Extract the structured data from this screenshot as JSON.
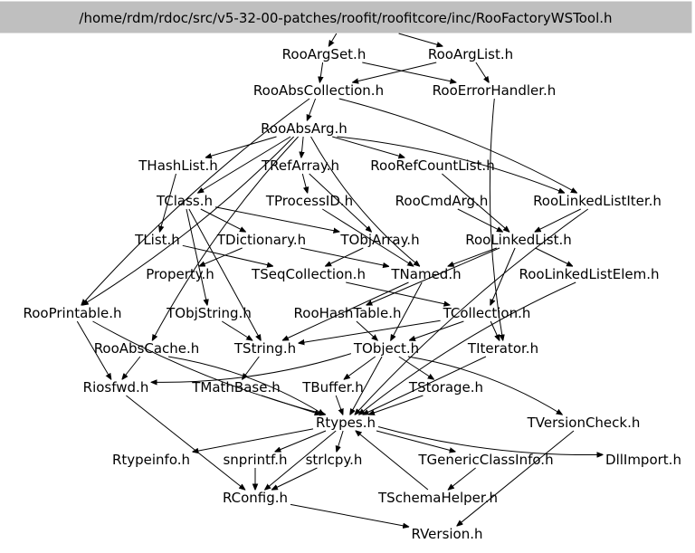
{
  "colors": {
    "background": "#ffffff",
    "edge": "#000000",
    "text": "#000000",
    "root_fill": "#bfbfbf"
  },
  "graph": {
    "root": "/home/rdm/rdoc/src/v5-32-00-patches/roofit/roofitcore/inc/RooFactoryWSTool.h",
    "nodes": [
      {
        "id": "root",
        "label": "/home/rdm/rdoc/src/v5-32-00-patches/roofit/roofitcore/inc/RooFactoryWSTool.h"
      },
      {
        "id": "RooArgSet",
        "label": "RooArgSet.h"
      },
      {
        "id": "RooArgList",
        "label": "RooArgList.h"
      },
      {
        "id": "RooAbsCollection",
        "label": "RooAbsCollection.h"
      },
      {
        "id": "RooErrorHandler",
        "label": "RooErrorHandler.h"
      },
      {
        "id": "RooAbsArg",
        "label": "RooAbsArg.h"
      },
      {
        "id": "THashList",
        "label": "THashList.h"
      },
      {
        "id": "TRefArray",
        "label": "TRefArray.h"
      },
      {
        "id": "RooRefCountList",
        "label": "RooRefCountList.h"
      },
      {
        "id": "TClass",
        "label": "TClass.h"
      },
      {
        "id": "TProcessID",
        "label": "TProcessID.h"
      },
      {
        "id": "RooCmdArg",
        "label": "RooCmdArg.h"
      },
      {
        "id": "RooLinkedListIter",
        "label": "RooLinkedListIter.h"
      },
      {
        "id": "TList",
        "label": "TList.h"
      },
      {
        "id": "TDictionary",
        "label": "TDictionary.h"
      },
      {
        "id": "TObjArray",
        "label": "TObjArray.h"
      },
      {
        "id": "RooLinkedList",
        "label": "RooLinkedList.h"
      },
      {
        "id": "Property",
        "label": "Property.h"
      },
      {
        "id": "TSeqCollection",
        "label": "TSeqCollection.h"
      },
      {
        "id": "TNamed",
        "label": "TNamed.h"
      },
      {
        "id": "RooLinkedListElem",
        "label": "RooLinkedListElem.h"
      },
      {
        "id": "RooPrintable",
        "label": "RooPrintable.h"
      },
      {
        "id": "TObjString",
        "label": "TObjString.h"
      },
      {
        "id": "RooHashTable",
        "label": "RooHashTable.h"
      },
      {
        "id": "TCollection",
        "label": "TCollection.h"
      },
      {
        "id": "RooAbsCache",
        "label": "RooAbsCache.h"
      },
      {
        "id": "TString",
        "label": "TString.h"
      },
      {
        "id": "TObject",
        "label": "TObject.h"
      },
      {
        "id": "TIterator",
        "label": "TIterator.h"
      },
      {
        "id": "Riosfwd",
        "label": "Riosfwd.h"
      },
      {
        "id": "TMathBase",
        "label": "TMathBase.h"
      },
      {
        "id": "TBuffer",
        "label": "TBuffer.h"
      },
      {
        "id": "TStorage",
        "label": "TStorage.h"
      },
      {
        "id": "Rtypes",
        "label": "Rtypes.h"
      },
      {
        "id": "TVersionCheck",
        "label": "TVersionCheck.h"
      },
      {
        "id": "Rtypeinfo",
        "label": "Rtypeinfo.h"
      },
      {
        "id": "snprintf",
        "label": "snprintf.h"
      },
      {
        "id": "strlcpy",
        "label": "strlcpy.h"
      },
      {
        "id": "TGenericClassInfo",
        "label": "TGenericClassInfo.h"
      },
      {
        "id": "DllImport",
        "label": "DllImport.h"
      },
      {
        "id": "RConfig",
        "label": "RConfig.h"
      },
      {
        "id": "TSchemaHelper",
        "label": "TSchemaHelper.h"
      },
      {
        "id": "RVersion",
        "label": "RVersion.h"
      }
    ],
    "edges": [
      [
        "root",
        "RooArgSet"
      ],
      [
        "root",
        "RooArgList"
      ],
      [
        "RooArgSet",
        "RooAbsCollection"
      ],
      [
        "RooArgSet",
        "RooErrorHandler"
      ],
      [
        "RooArgList",
        "RooAbsCollection"
      ],
      [
        "RooArgList",
        "RooErrorHandler"
      ],
      [
        "RooAbsCollection",
        "RooAbsArg"
      ],
      [
        "RooAbsCollection",
        "RooPrintable"
      ],
      [
        "RooAbsCollection",
        "RooLinkedListIter"
      ],
      [
        "RooErrorHandler",
        "TIterator"
      ],
      [
        "RooAbsArg",
        "THashList"
      ],
      [
        "RooAbsArg",
        "TRefArray"
      ],
      [
        "RooAbsArg",
        "RooRefCountList"
      ],
      [
        "RooAbsArg",
        "TClass"
      ],
      [
        "RooAbsArg",
        "RooLinkedListIter"
      ],
      [
        "RooAbsArg",
        "TNamed"
      ],
      [
        "RooAbsArg",
        "RooPrintable"
      ],
      [
        "RooAbsArg",
        "RooAbsCache"
      ],
      [
        "THashList",
        "TList"
      ],
      [
        "TRefArray",
        "TProcessID"
      ],
      [
        "TRefArray",
        "TObjArray"
      ],
      [
        "RooRefCountList",
        "RooLinkedList"
      ],
      [
        "TClass",
        "TDictionary"
      ],
      [
        "TClass",
        "TObjArray"
      ],
      [
        "TClass",
        "TObjString"
      ],
      [
        "TClass",
        "TString"
      ],
      [
        "TProcessID",
        "TNamed"
      ],
      [
        "RooCmdArg",
        "RooLinkedList"
      ],
      [
        "RooLinkedListIter",
        "RooLinkedList"
      ],
      [
        "RooLinkedListIter",
        "Rtypes"
      ],
      [
        "TList",
        "TSeqCollection"
      ],
      [
        "TDictionary",
        "TNamed"
      ],
      [
        "TDictionary",
        "Property"
      ],
      [
        "TObjArray",
        "TSeqCollection"
      ],
      [
        "RooLinkedList",
        "TNamed"
      ],
      [
        "RooLinkedList",
        "RooLinkedListElem"
      ],
      [
        "RooLinkedList",
        "RooHashTable"
      ],
      [
        "RooLinkedList",
        "TCollection"
      ],
      [
        "TSeqCollection",
        "TCollection"
      ],
      [
        "TNamed",
        "TObject"
      ],
      [
        "TNamed",
        "TString"
      ],
      [
        "RooLinkedListElem",
        "Rtypes"
      ],
      [
        "RooPrintable",
        "Riosfwd"
      ],
      [
        "RooPrintable",
        "Rtypes"
      ],
      [
        "TObjString",
        "TString"
      ],
      [
        "RooHashTable",
        "TObject"
      ],
      [
        "TCollection",
        "TIterator"
      ],
      [
        "TCollection",
        "TObject"
      ],
      [
        "TCollection",
        "TString"
      ],
      [
        "RooAbsCache",
        "Riosfwd"
      ],
      [
        "RooAbsCache",
        "Rtypes"
      ],
      [
        "TString",
        "TMathBase"
      ],
      [
        "TObject",
        "TBuffer"
      ],
      [
        "TObject",
        "TStorage"
      ],
      [
        "TObject",
        "TVersionCheck"
      ],
      [
        "TObject",
        "Rtypes"
      ],
      [
        "TObject",
        "Riosfwd"
      ],
      [
        "TIterator",
        "Rtypes"
      ],
      [
        "Riosfwd",
        "RConfig"
      ],
      [
        "TMathBase",
        "Rtypes"
      ],
      [
        "TBuffer",
        "Rtypes"
      ],
      [
        "TStorage",
        "Rtypes"
      ],
      [
        "TVersionCheck",
        "RVersion"
      ],
      [
        "Rtypes",
        "Rtypeinfo"
      ],
      [
        "Rtypes",
        "snprintf"
      ],
      [
        "Rtypes",
        "strlcpy"
      ],
      [
        "Rtypes",
        "TGenericClassInfo"
      ],
      [
        "Rtypes",
        "DllImport"
      ],
      [
        "Rtypes",
        "RConfig"
      ],
      [
        "snprintf",
        "RConfig"
      ],
      [
        "strlcpy",
        "RConfig"
      ],
      [
        "TGenericClassInfo",
        "TSchemaHelper"
      ],
      [
        "TSchemaHelper",
        "Rtypes"
      ],
      [
        "RConfig",
        "RVersion"
      ]
    ]
  }
}
